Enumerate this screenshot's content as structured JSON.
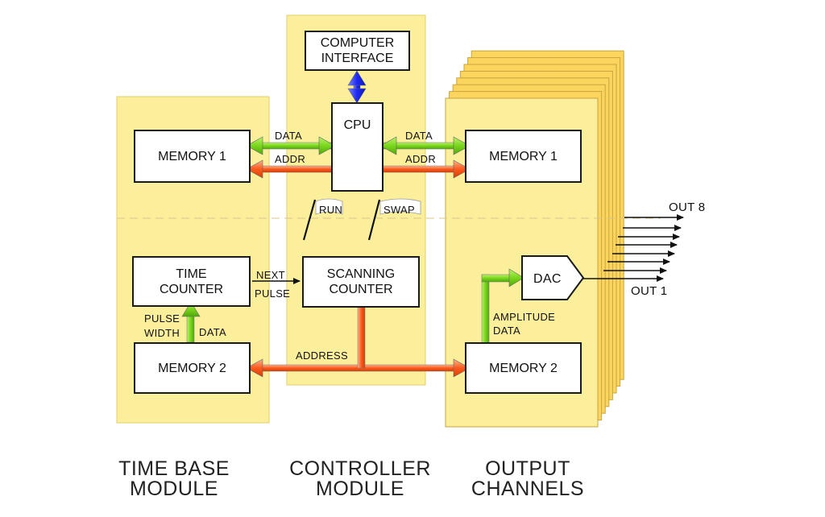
{
  "colors": {
    "module_fill": "#fcef9c",
    "module_border": "#e3cc6a",
    "channel_fill": "#fbd55e",
    "data_arrow": "#7ad61b",
    "addr_arrow": "#fb5a1c",
    "cpu_arrow": "#1f2cf2"
  },
  "boxes": {
    "computer_interface": "COMPUTER\nINTERFACE",
    "cpu": "CPU",
    "tb_memory1": "MEMORY 1",
    "out_memory1": "MEMORY 1",
    "time_counter": "TIME\nCOUNTER",
    "scanning_counter": "SCANNING\nCOUNTER",
    "tb_memory2": "MEMORY 2",
    "out_memory2": "MEMORY 2",
    "dac": "DAC"
  },
  "labels": {
    "data_left": "DATA",
    "addr_left": "ADDR",
    "data_right": "DATA",
    "addr_right": "ADDR",
    "run": "RUN",
    "swap": "SWAP",
    "next": "NEXT",
    "pulse": "PULSE",
    "pulse_width": "PULSE\nWIDTH",
    "data_tb": "DATA",
    "address": "ADDRESS",
    "amplitude_data": "AMPLITUDE\nDATA",
    "out8": "OUT 8",
    "out1": "OUT 1"
  },
  "captions": {
    "time_base": "TIME BASE\nMODULE",
    "controller": "CONTROLLER\nMODULE",
    "output": "OUTPUT\nCHANNELS"
  },
  "output_channel_count": 8
}
